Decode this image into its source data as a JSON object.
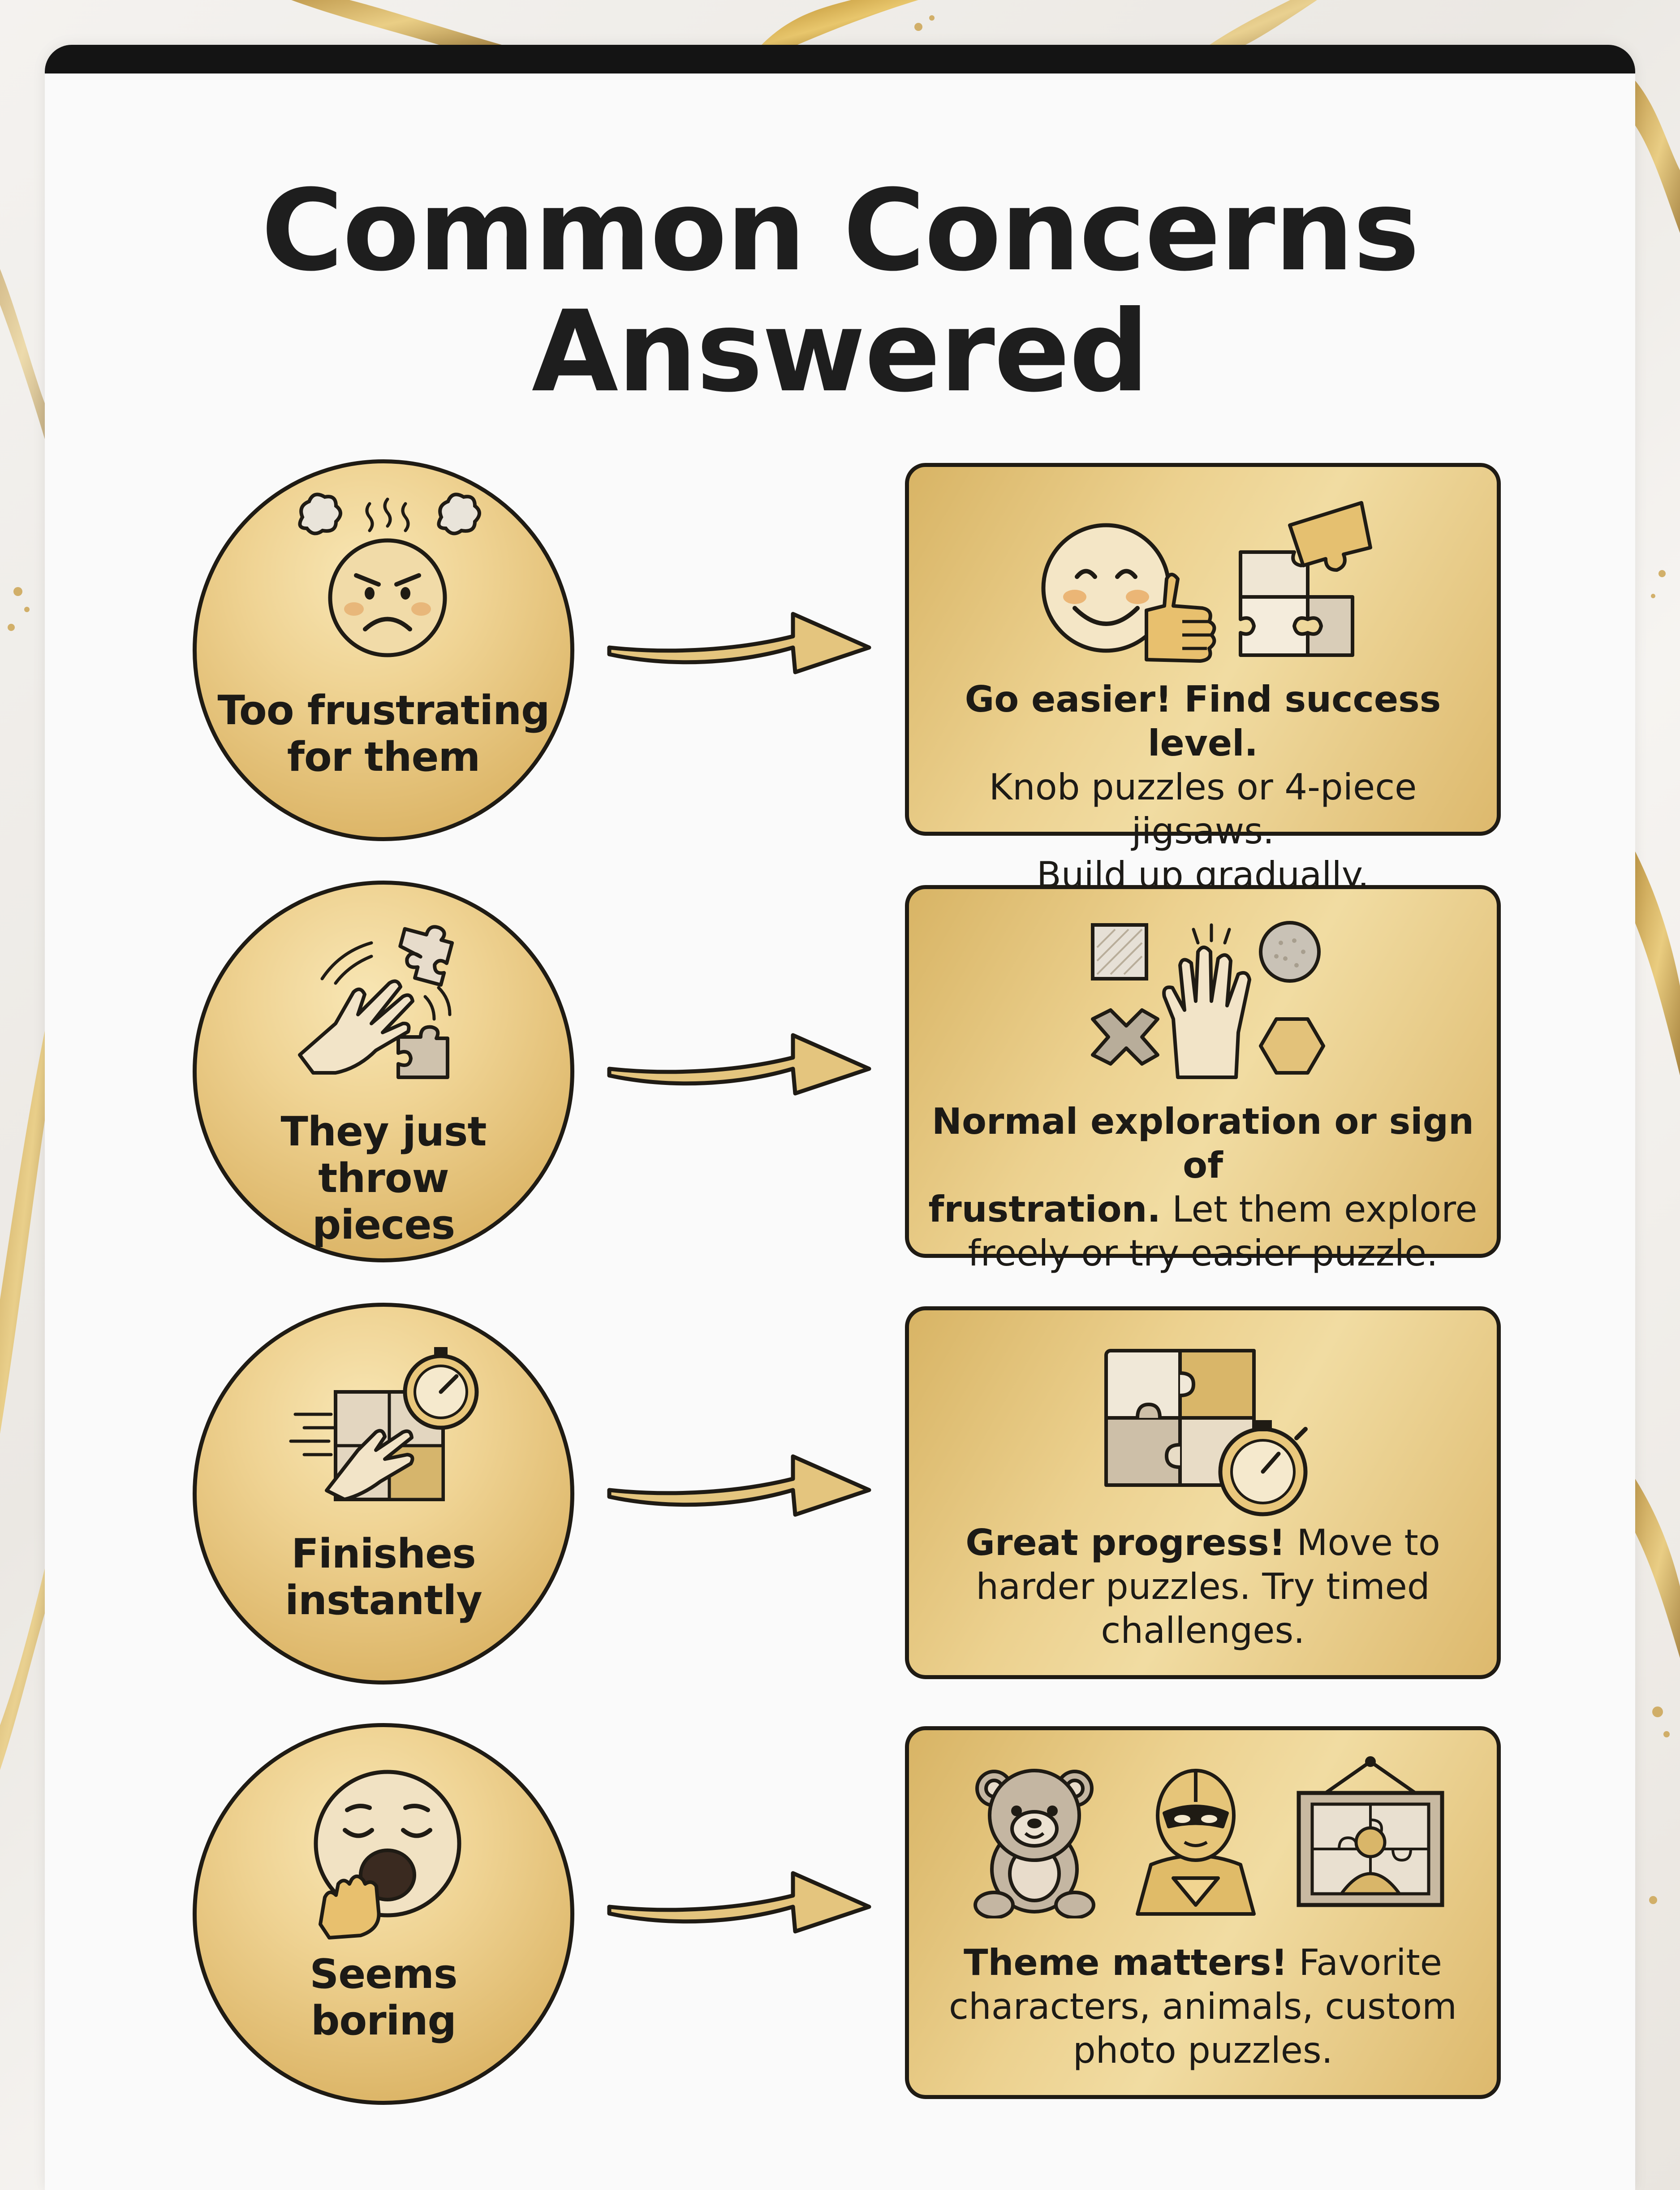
{
  "title": {
    "line1": "Common Concerns",
    "line2": "Answered"
  },
  "colors": {
    "gold_light": "#f1dca2",
    "gold": "#e2c27a",
    "gold_dark": "#cfa658",
    "outline": "#1f1b14",
    "card_bg": "#fafafa",
    "top_bar": "#141414"
  },
  "rows": [
    {
      "concern": {
        "line1": "Too frustrating",
        "line2": "for them",
        "icon": "angry-face-icon"
      },
      "answer": {
        "icons": [
          "smiley-thumbs-up-icon",
          "jigsaw-puzzle-icon"
        ],
        "bold": "Go easier! Find success level.",
        "rest_line1": "Knob puzzles or 4-piece jigsaws.",
        "rest_line2": "Build up gradually."
      }
    },
    {
      "concern": {
        "line1": "They just throw",
        "line2": "pieces",
        "icon": "throwing-hand-icon"
      },
      "answer": {
        "icons": [
          "square-shape-icon",
          "open-hand-icon",
          "circle-shape-icon",
          "x-shape-icon",
          "hexagon-shape-icon"
        ],
        "bold_line1": "Normal exploration or sign of",
        "bold_line2": "frustration.",
        "rest_line2": " Let them explore",
        "rest_line3": "freely or try easier puzzle."
      }
    },
    {
      "concern": {
        "line1": "Finishes",
        "line2": "instantly",
        "icon": "fast-puzzle-stopwatch-icon"
      },
      "answer": {
        "icons": [
          "puzzle-board-icon",
          "stopwatch-icon"
        ],
        "bold": "Great progress!",
        "rest_line1": " Move to",
        "rest_line2": "harder puzzles. Try timed",
        "rest_line3": "challenges."
      }
    },
    {
      "concern": {
        "line1": "Seems",
        "line2": "boring",
        "icon": "yawning-face-icon"
      },
      "answer": {
        "icons": [
          "teddy-bear-icon",
          "superhero-icon",
          "photo-puzzle-frame-icon"
        ],
        "bold": "Theme matters!",
        "rest_line1": " Favorite",
        "rest_line2": "characters, animals, custom",
        "rest_line3": "photo puzzles."
      }
    }
  ]
}
